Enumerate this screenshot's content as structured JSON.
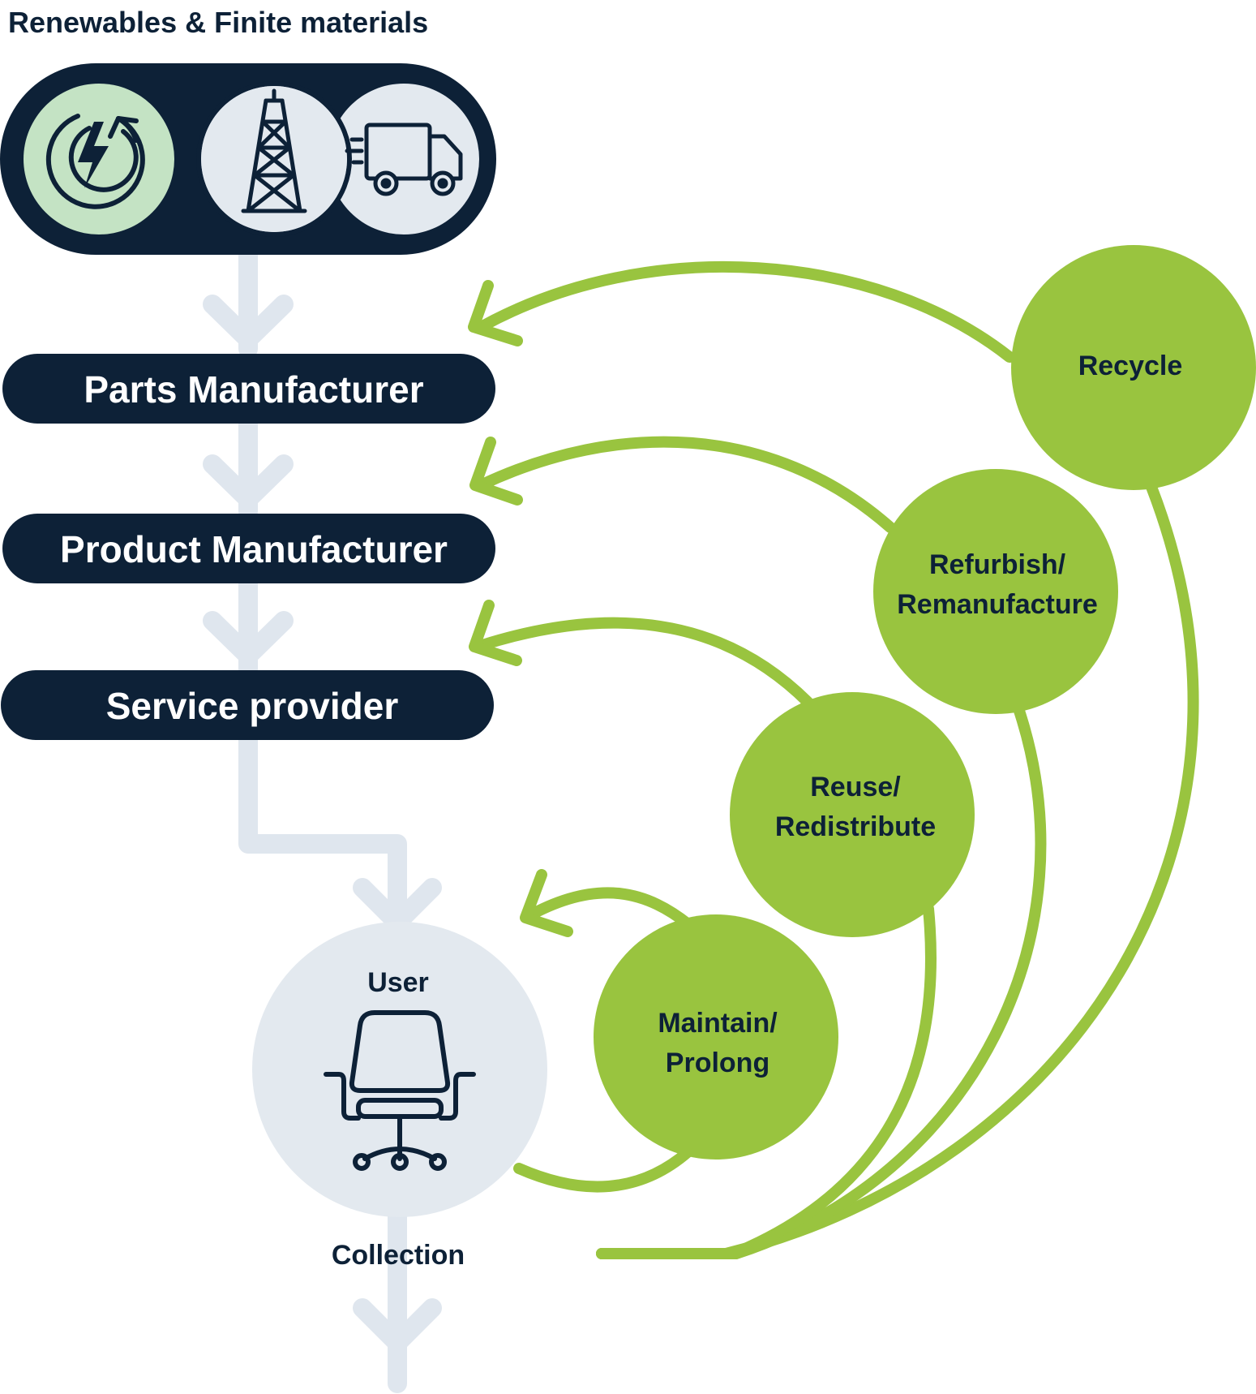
{
  "header": {
    "title": "Renewables & Finite materials"
  },
  "sources": [
    {
      "icon": "renewable-energy-icon"
    },
    {
      "icon": "oil-derrick-icon"
    },
    {
      "icon": "delivery-truck-icon"
    }
  ],
  "chain": {
    "parts_manufacturer": "Parts Manufacturer",
    "product_manufacturer": "Product Manufacturer",
    "service_provider": "Service provider"
  },
  "user": {
    "label": "User",
    "icon": "office-chair-icon"
  },
  "collection": {
    "label": "Collection"
  },
  "loops": {
    "recycle": {
      "line1": "Recycle"
    },
    "refurbish": {
      "line1": "Refurbish/",
      "line2": "Remanufacture"
    },
    "reuse": {
      "line1": "Reuse/",
      "line2": "Redistribute"
    },
    "maintain": {
      "line1": "Maintain/",
      "line2": "Prolong"
    }
  },
  "colors": {
    "navy": "#0d2137",
    "green": "#99c43f",
    "light_green": "#c4e3c4",
    "pale": "#e3e9ef",
    "light_arrow": "#dfe6ee"
  }
}
